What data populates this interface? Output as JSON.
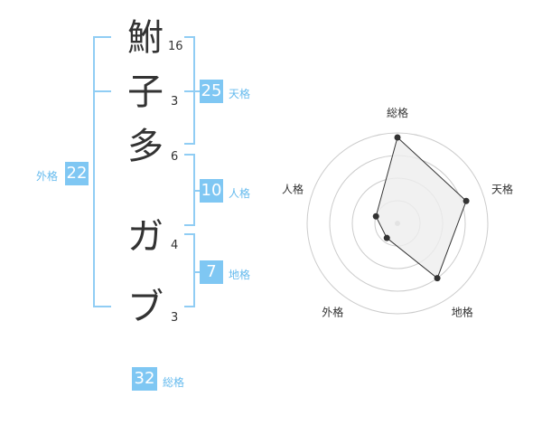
{
  "name": {
    "chars": [
      "鮒",
      "子",
      "多",
      "ガ",
      "ブ"
    ],
    "strokes": [
      "16",
      "3",
      "6",
      "4",
      "3"
    ]
  },
  "fortune": {
    "tenkaku": {
      "value": "25",
      "label": "天格"
    },
    "jinkaku": {
      "value": "10",
      "label": "人格"
    },
    "chikaku": {
      "value": "7",
      "label": "地格"
    },
    "gaikaku": {
      "value": "22",
      "label": "外格"
    },
    "soukaku": {
      "value": "32",
      "label": "総格"
    }
  },
  "chart_data": {
    "type": "radar",
    "axes": [
      "総格",
      "天格",
      "地格",
      "外格",
      "人格"
    ],
    "values": [
      0.95,
      0.8,
      0.75,
      0.2,
      0.25
    ],
    "ring_count": 4,
    "colors": {
      "fill": "#eeeeee",
      "stroke": "#333333",
      "grid": "#cccccc",
      "point": "#333333"
    }
  }
}
